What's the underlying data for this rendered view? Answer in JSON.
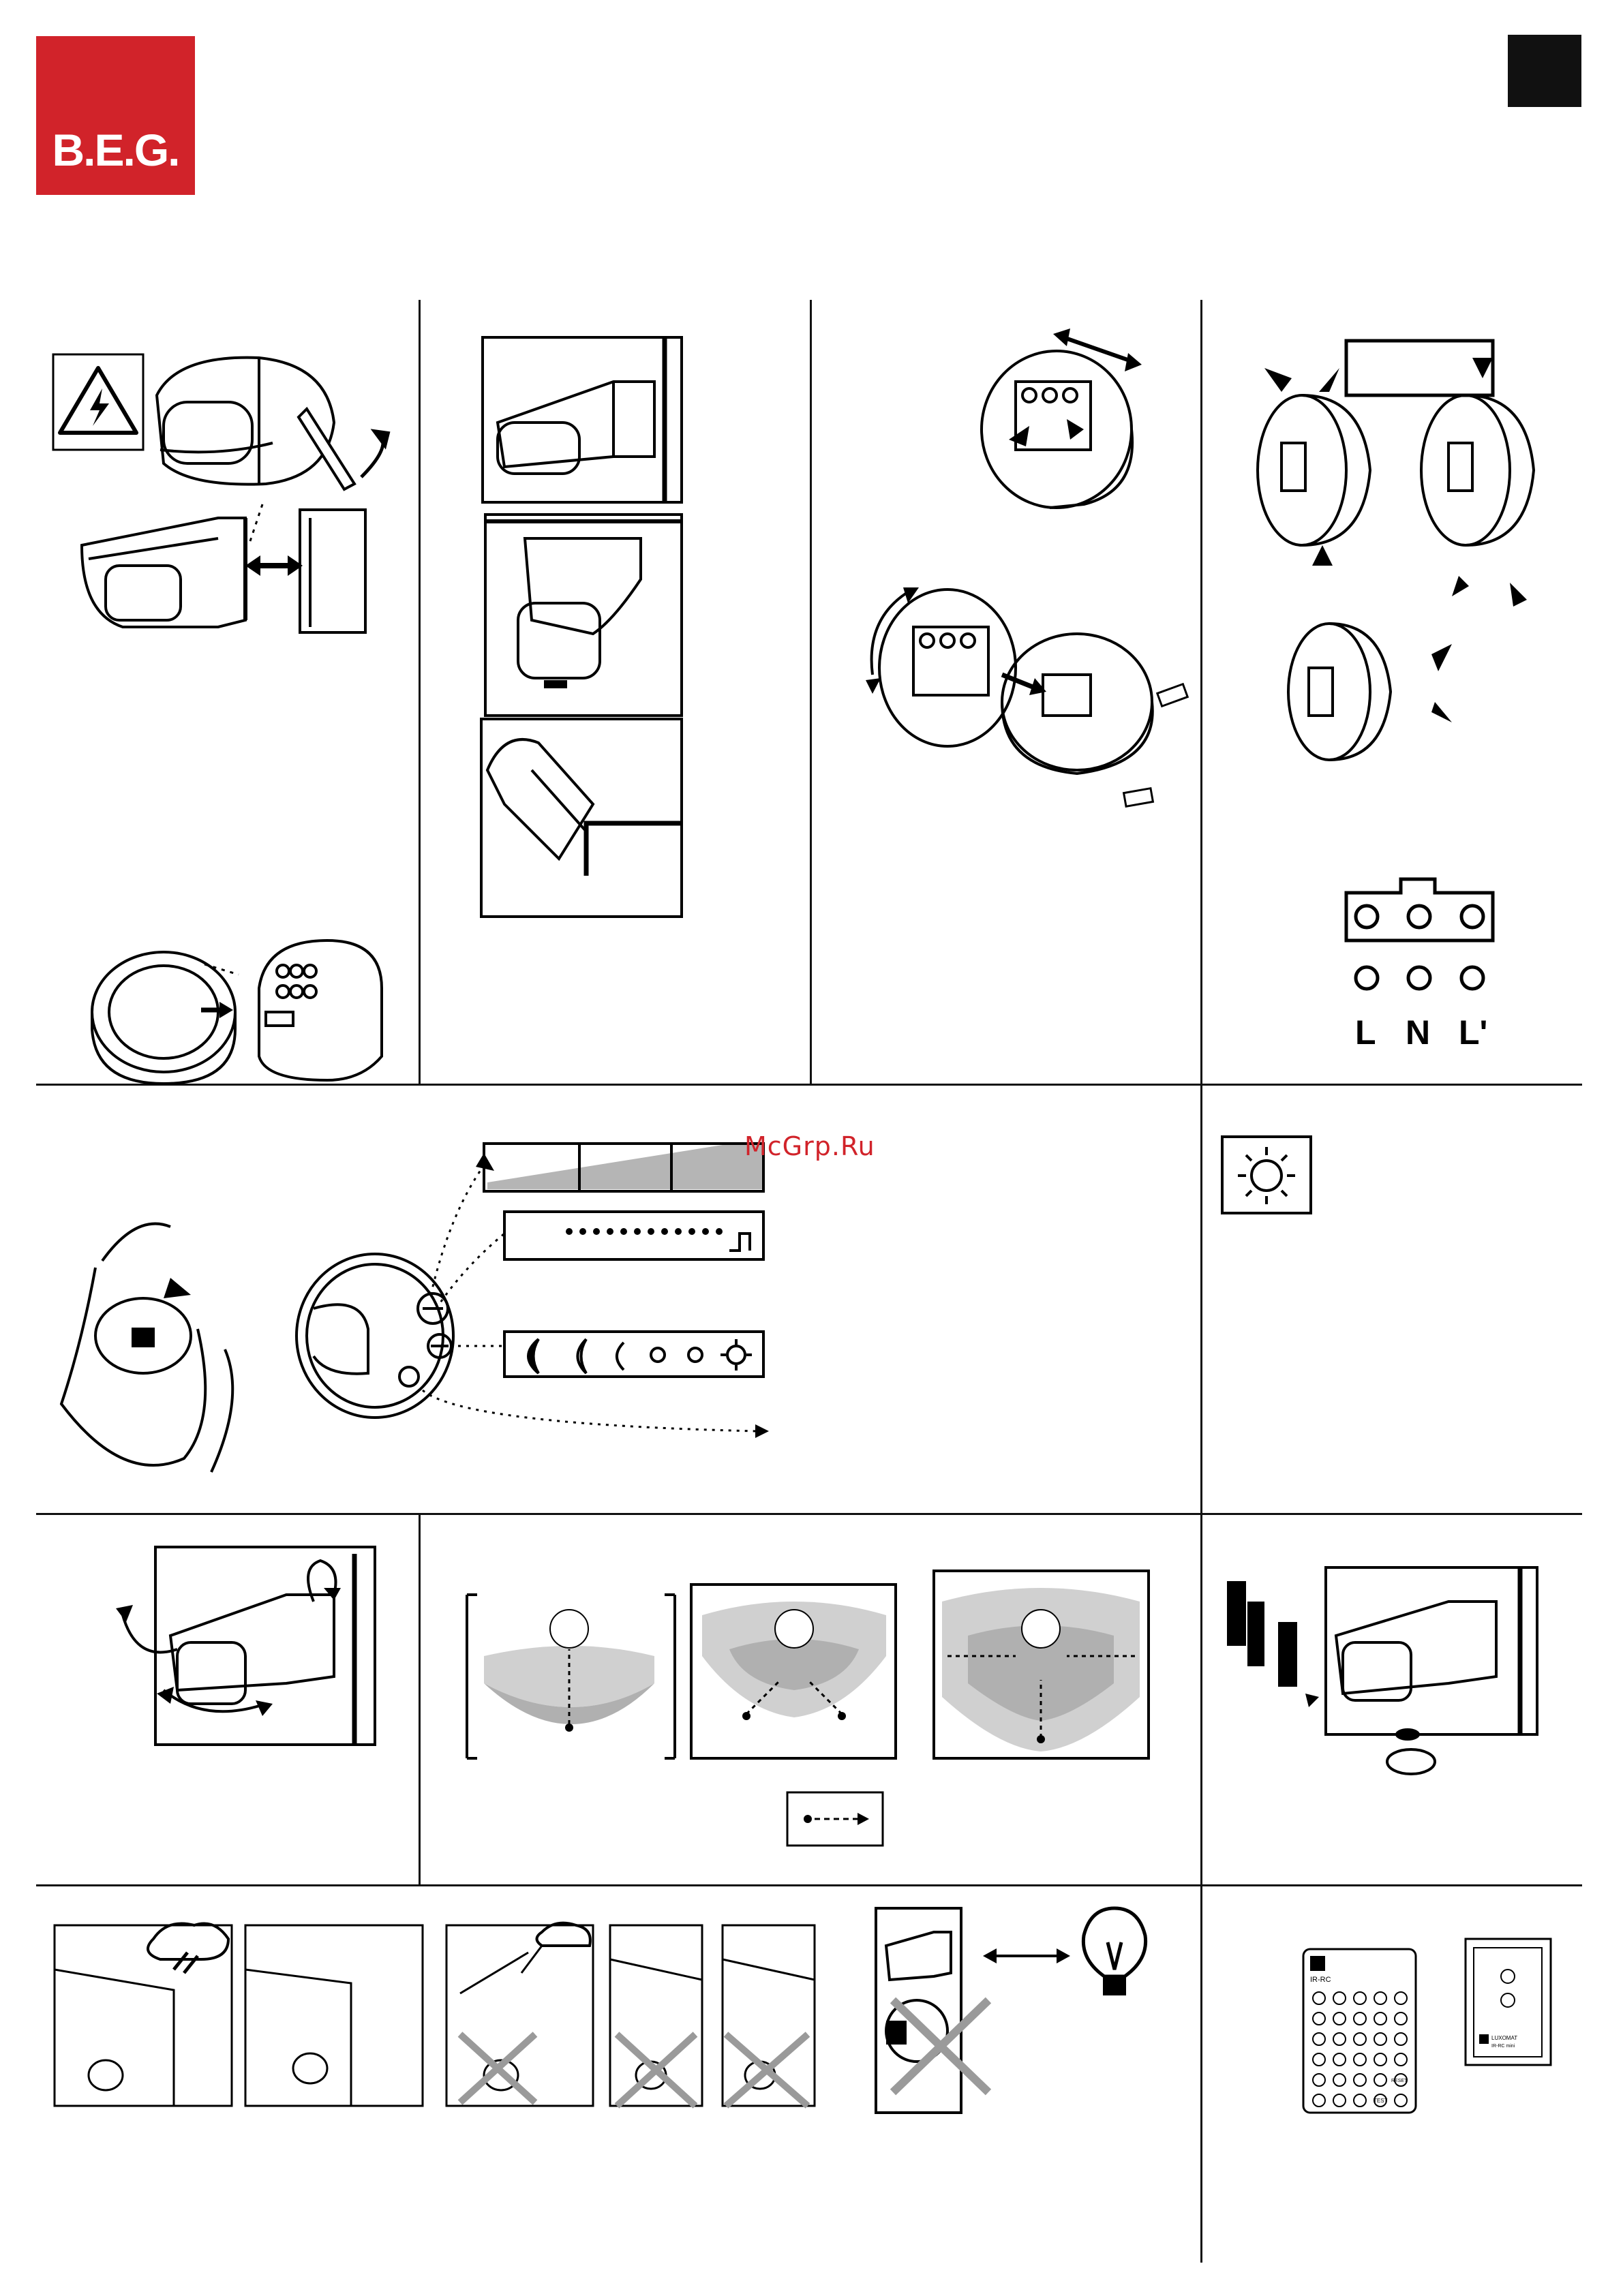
{
  "brand": {
    "logo_text": "B.E.G.",
    "color": "#d1232a"
  },
  "watermark": "McGrp.Ru",
  "terminal_labels": [
    "L",
    "N",
    "L'"
  ],
  "remote": {
    "model_small": "IR-RC",
    "brand_big": "LUXOMAT",
    "model_big": "IR-RC mini",
    "button_test": "TEST",
    "button_reset": "RESET"
  },
  "icons": [
    "warning-high-voltage-icon",
    "sun-icon",
    "light-bulb-icon",
    "moon-icon",
    "cloud-icon"
  ]
}
